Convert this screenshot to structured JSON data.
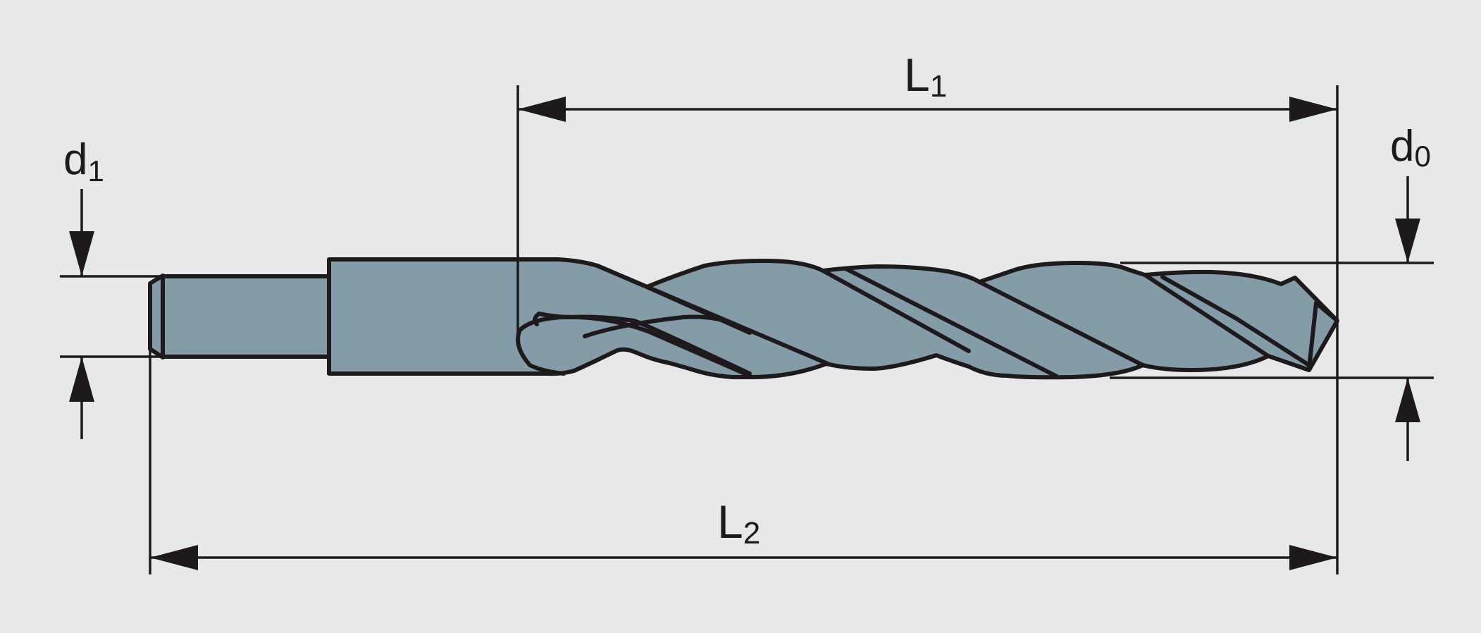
{
  "colors": {
    "background": "#e6e8ea",
    "drill_body": "#849ba8",
    "line": "#1e1a1b"
  },
  "dimensions": {
    "d1": {
      "base": "d",
      "sub": "1"
    },
    "d0": {
      "base": "d",
      "sub": "0"
    },
    "L1": {
      "base": "L",
      "sub": "1"
    },
    "L2": {
      "base": "L",
      "sub": "2"
    }
  }
}
